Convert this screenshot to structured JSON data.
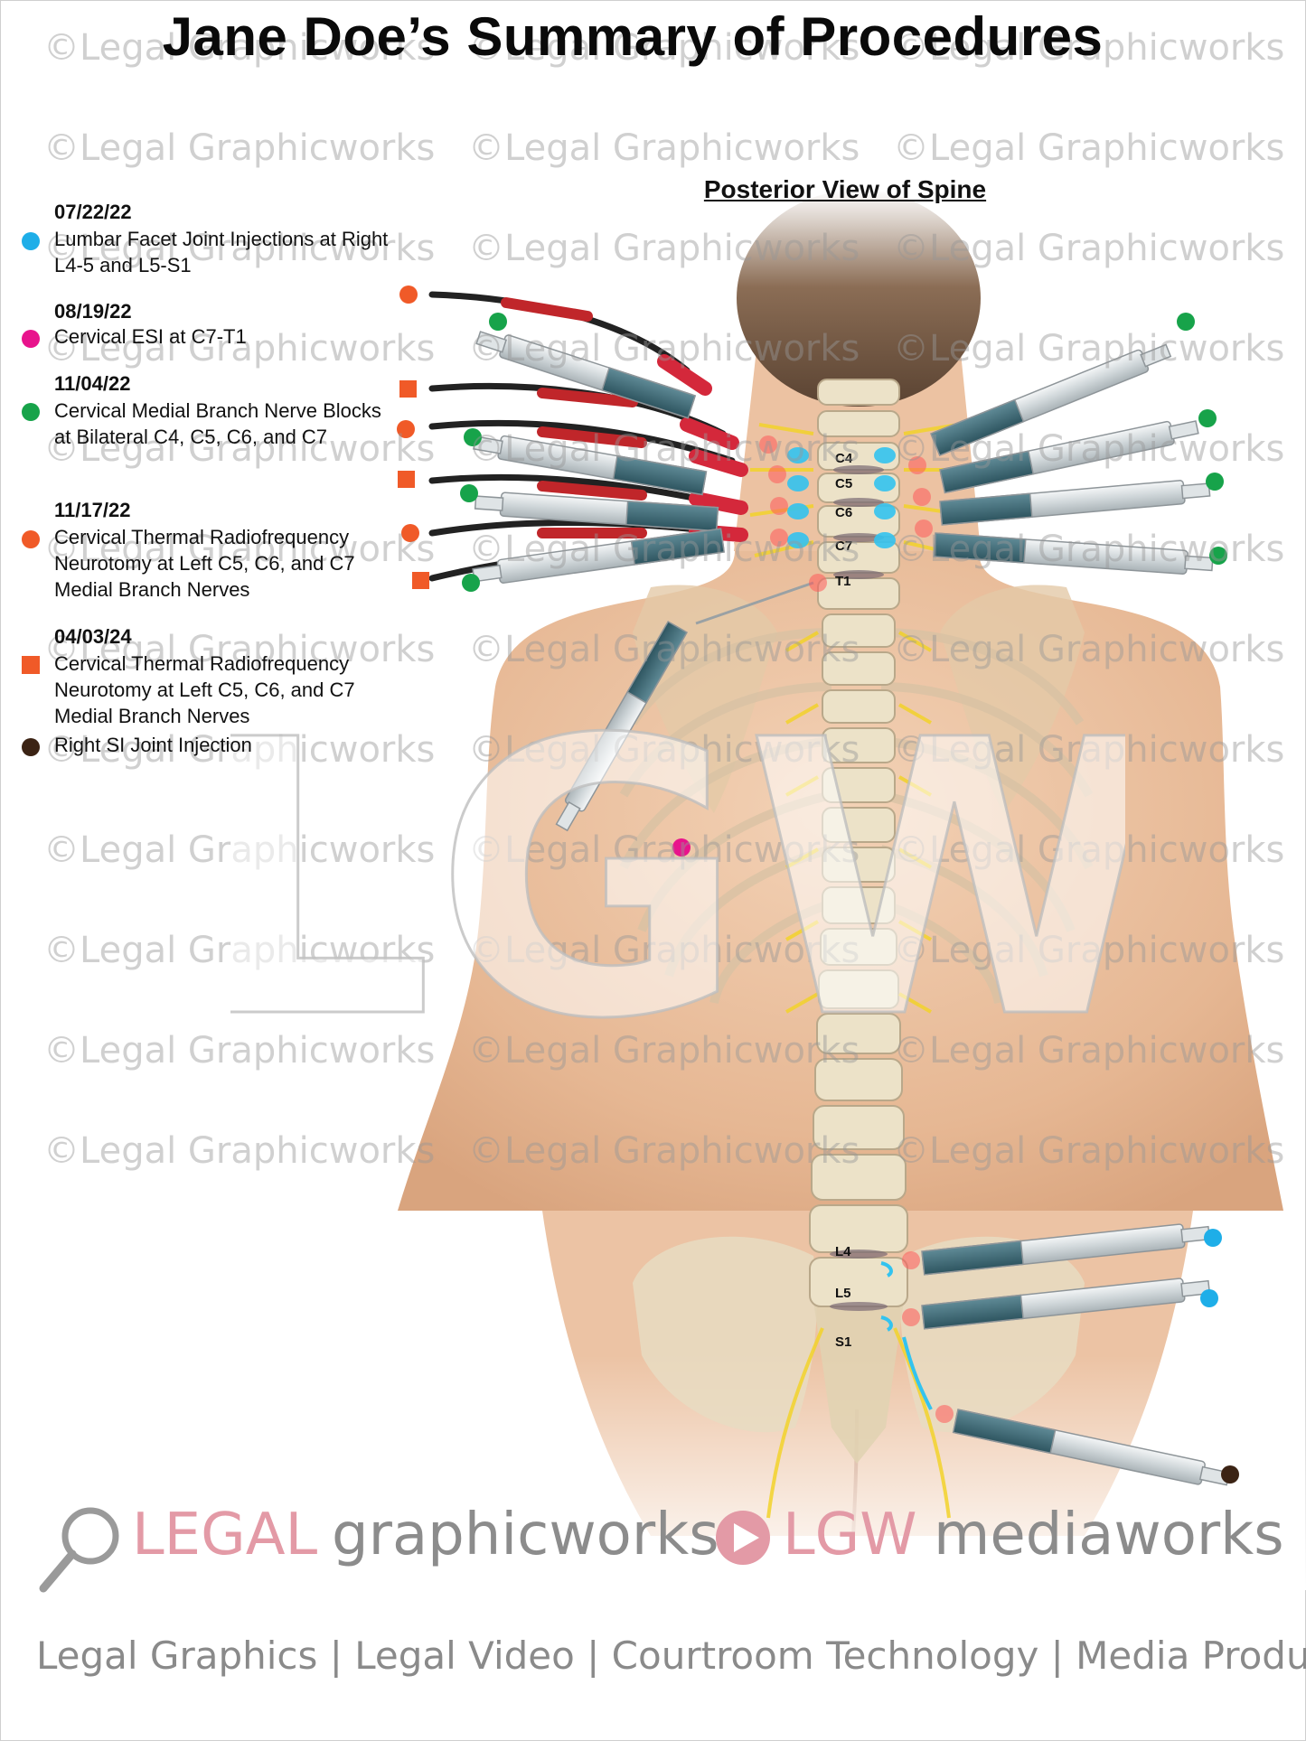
{
  "title": "Jane Doe’s Summary of Procedures",
  "subtitle": "Posterior View of Spine",
  "legend": [
    {
      "date": "07/22/22",
      "description": "Lumbar Facet Joint Injections at Right L4-5 and L5-S1",
      "marker_shape": "circle",
      "marker_color": "#1eaee8"
    },
    {
      "date": "08/19/22",
      "description": "Cervical ESI at C7-T1",
      "marker_shape": "circle",
      "marker_color": "#e8138c"
    },
    {
      "date": "11/04/22",
      "description": "Cervical Medial Branch Nerve Blocks at Bilateral C4, C5, C6, and C7",
      "marker_shape": "circle",
      "marker_color": "#17a34a"
    },
    {
      "date": "11/17/22",
      "description": "Cervical Thermal Radiofrequency Neurotomy at Left C5, C6, and C7 Medial Branch Nerves",
      "marker_shape": "circle",
      "marker_color": "#f05a28"
    },
    {
      "date": "04/03/24",
      "description": "Cervical Thermal Radiofrequency Neurotomy at Left C5, C6, and C7 Medial Branch Nerves",
      "marker_shape": "square",
      "marker_color": "#f05a28"
    },
    {
      "date": "",
      "description": "Right SI Joint Injection",
      "marker_shape": "circle",
      "marker_color": "#3b2314"
    }
  ],
  "vertebra_labels": {
    "c4": "C4",
    "c5": "C5",
    "c6": "C6",
    "c7": "C7",
    "t1": "T1",
    "l4": "L4",
    "l5": "L5",
    "s1": "S1"
  },
  "watermark_text": "©Legal Graphicworks",
  "big_watermark": "LGW",
  "footer": {
    "brand_legal": "LEGAL",
    "brand_graphicworks": "graphicworks",
    "brand_lgw": "LGW",
    "brand_mediaworks": "mediaworks",
    "tagline": "Legal Graphics | Legal Video | Courtroom Technology | Media Production"
  },
  "colors": {
    "blue": "#1eaee8",
    "magenta": "#e8138c",
    "green": "#17a34a",
    "orange": "#f05a28",
    "brown": "#3b2314",
    "skin": "#edc7a8"
  }
}
